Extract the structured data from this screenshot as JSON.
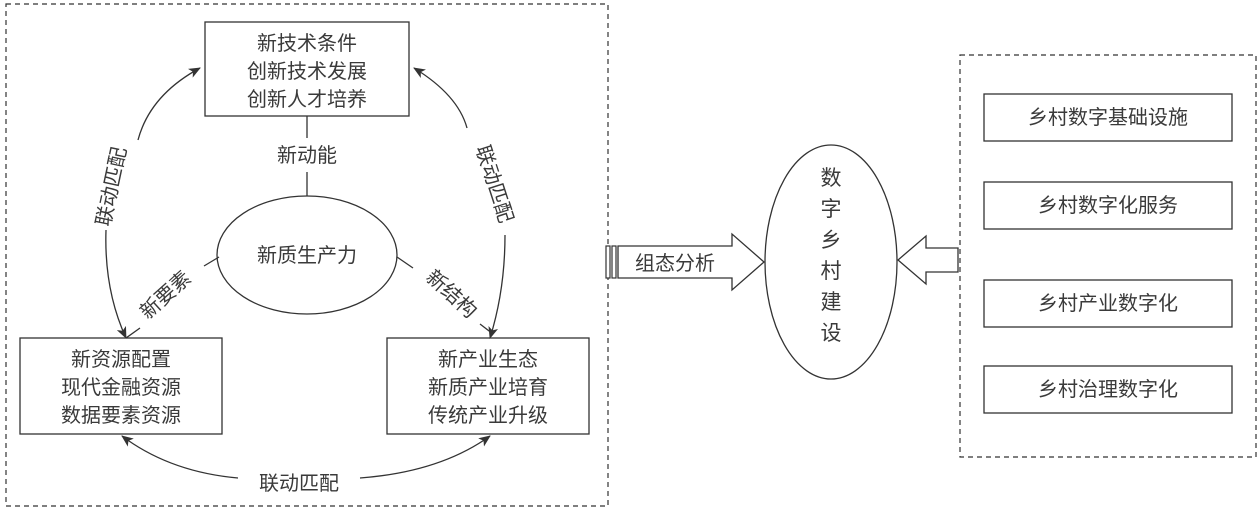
{
  "left_panel": {
    "top_box": {
      "lines": [
        "新技术条件",
        "创新技术发展",
        "创新人才培养"
      ]
    },
    "bottom_left_box": {
      "lines": [
        "新资源配置",
        "现代金融资源",
        "数据要素资源"
      ]
    },
    "bottom_right_box": {
      "lines": [
        "新产业生态",
        "新质产业培育",
        "传统产业升级"
      ]
    },
    "center_ellipse": "新质生产力",
    "link_top": "新动能",
    "link_left": "新要素",
    "link_right": "新结构",
    "arc_label_left": "联动匹配",
    "arc_label_right": "联动匹配",
    "arc_label_bottom": "联动匹配"
  },
  "connector": {
    "arrow_label": "组态分析"
  },
  "center": {
    "ellipse_chars": [
      "数",
      "字",
      "乡",
      "村",
      "建",
      "设"
    ]
  },
  "right_panel": {
    "items": [
      "乡村数字基础设施",
      "乡村数字化服务",
      "乡村产业数字化",
      "乡村治理数字化"
    ]
  }
}
